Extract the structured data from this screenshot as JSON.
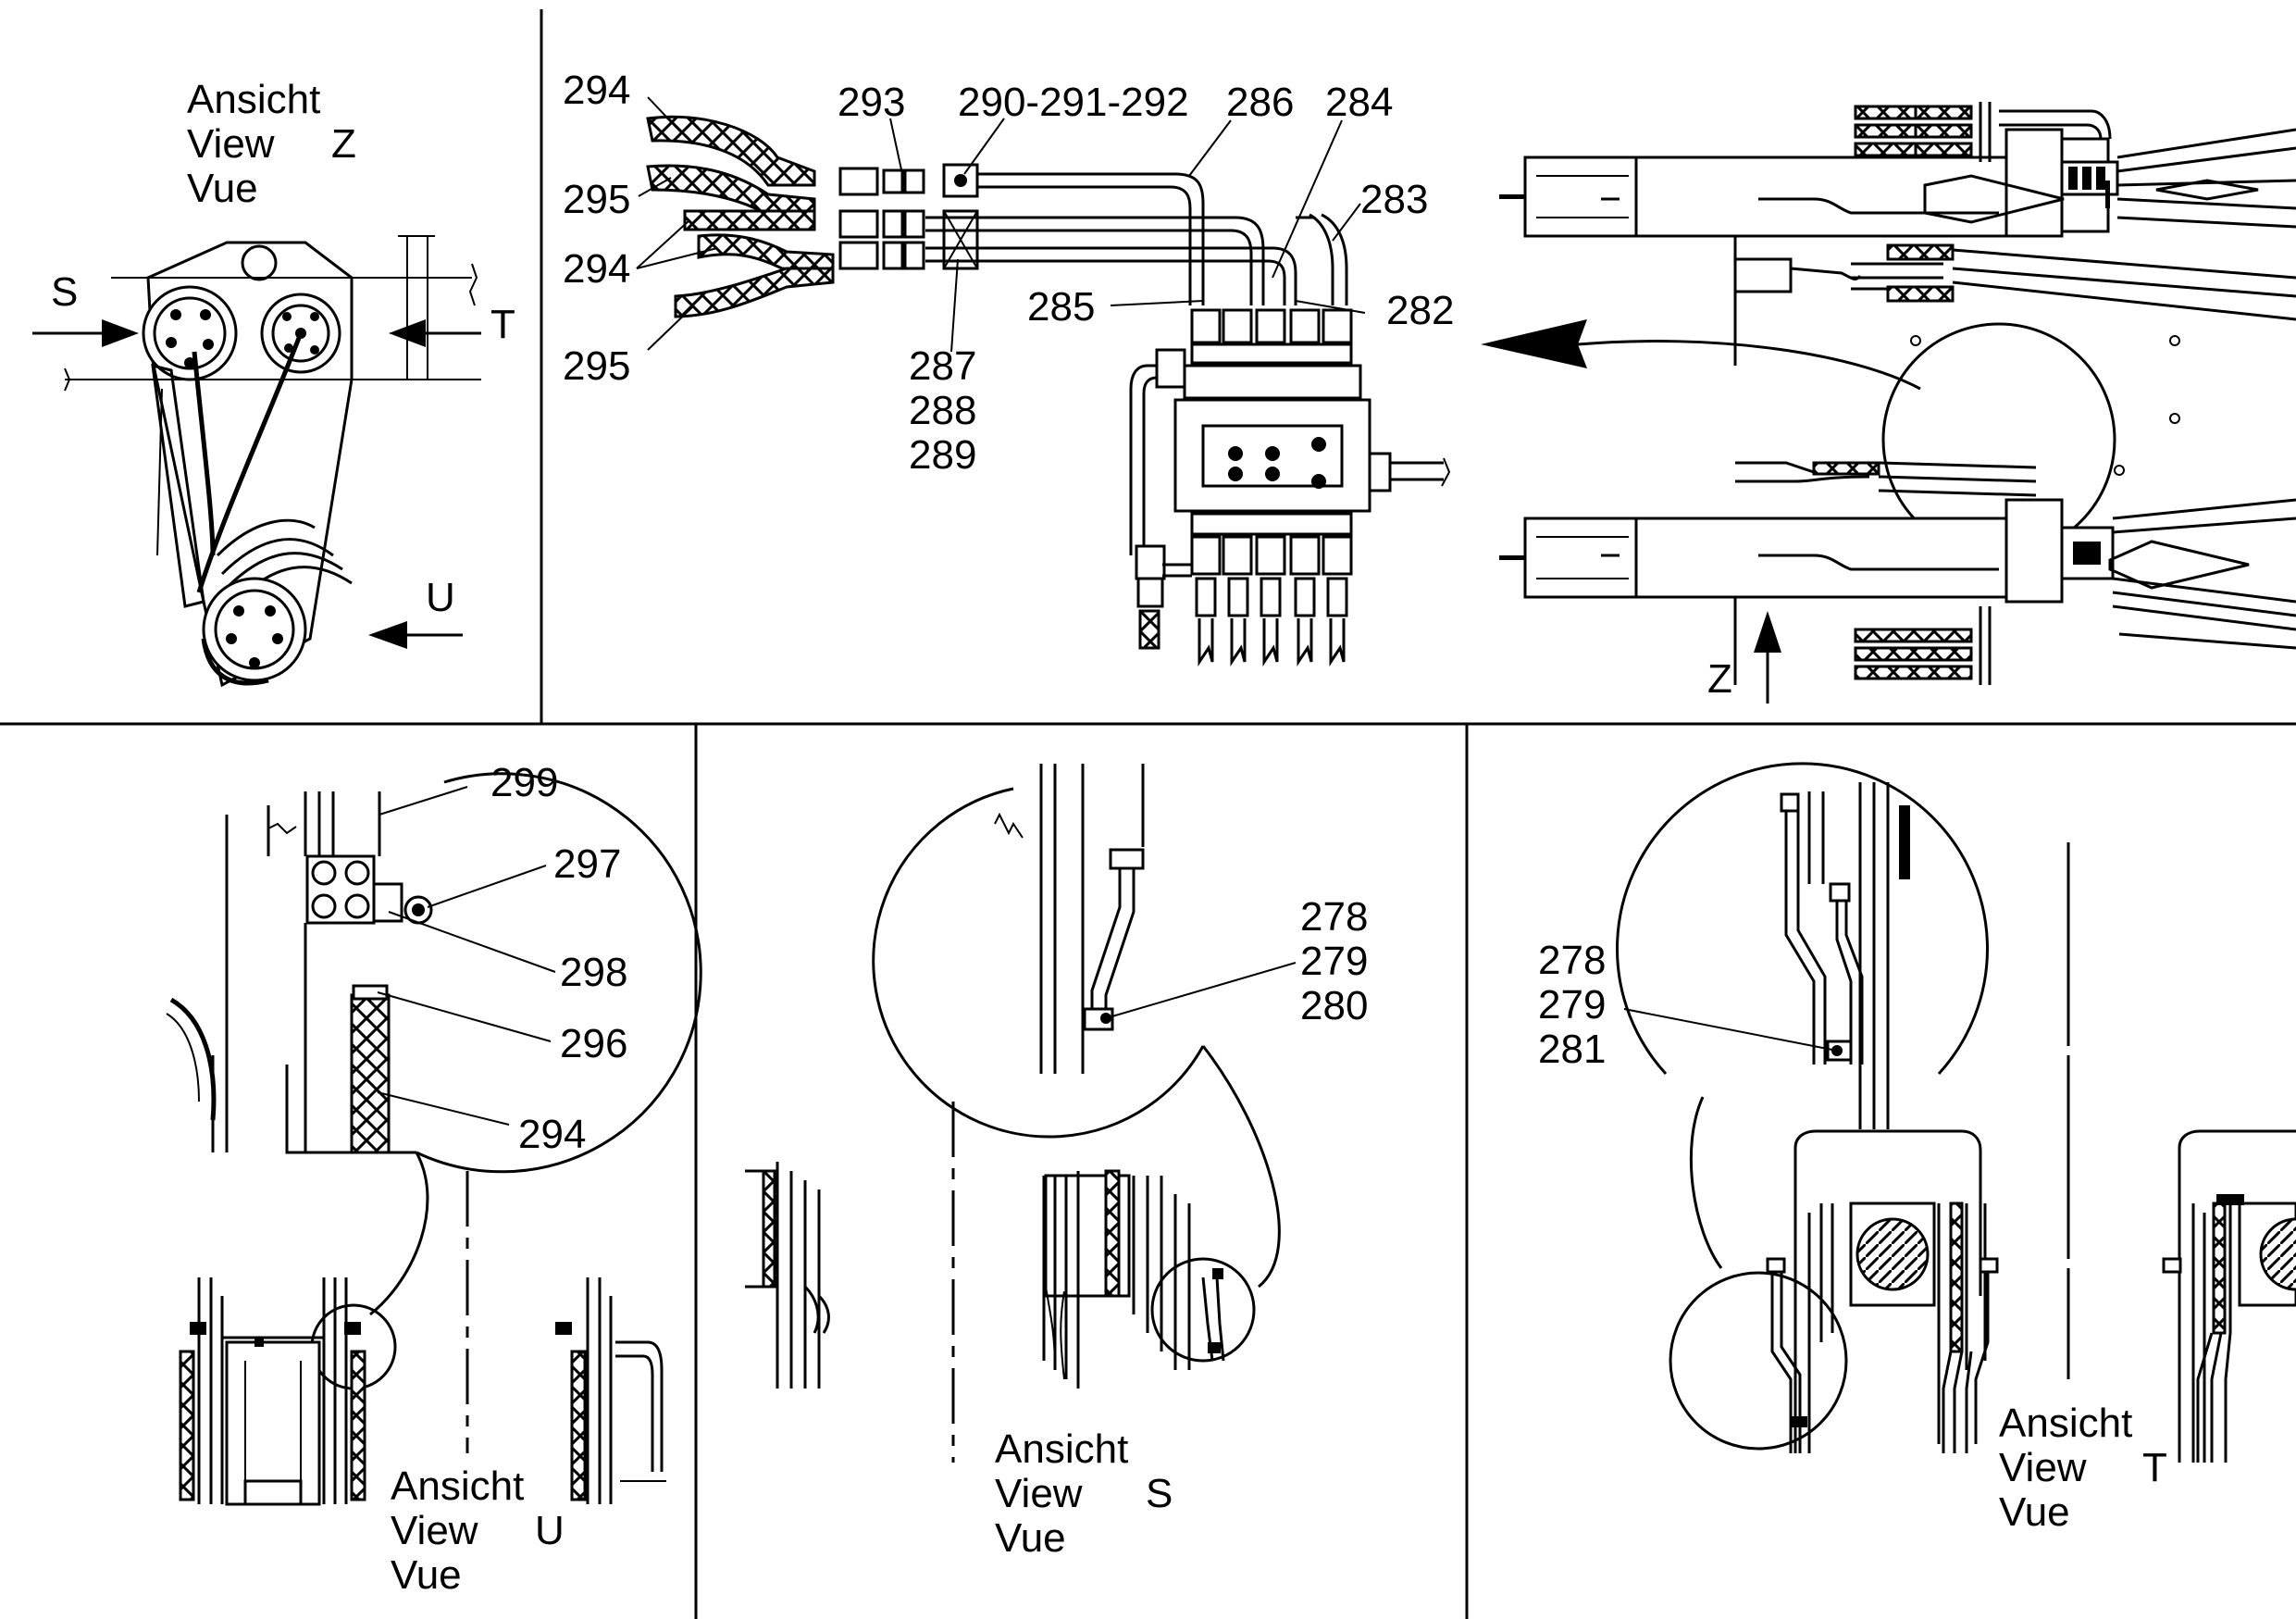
{
  "panels": {
    "view_z": {
      "ansicht": "Ansicht",
      "view": "View",
      "vue": "Vue",
      "letter": "Z"
    },
    "view_u": {
      "ansicht": "Ansicht",
      "view": "View",
      "vue": "Vue",
      "letter": "U"
    },
    "view_s": {
      "ansicht": "Ansicht",
      "view": "View",
      "vue": "Vue",
      "letter": "S"
    },
    "view_t": {
      "ansicht": "Ansicht",
      "view": "View",
      "vue": "Vue",
      "letter": "T"
    }
  },
  "arrows": {
    "s": "S",
    "t": "T",
    "u": "U",
    "z": "Z"
  },
  "callouts": {
    "c294a": "294",
    "c293": "293",
    "c290": "290-291-292",
    "c286": "286",
    "c284": "284",
    "c283": "283",
    "c295a": "295",
    "c294b": "294",
    "c285": "285",
    "c282": "282",
    "c295b": "295",
    "c287": "287",
    "c288": "288",
    "c289": "289",
    "c299": "299",
    "c297": "297",
    "c298": "298",
    "c296": "296",
    "c294c": "294",
    "c278a": "278",
    "c279a": "279",
    "c280": "280",
    "c278b": "278",
    "c279b": "279",
    "c281": "281"
  }
}
